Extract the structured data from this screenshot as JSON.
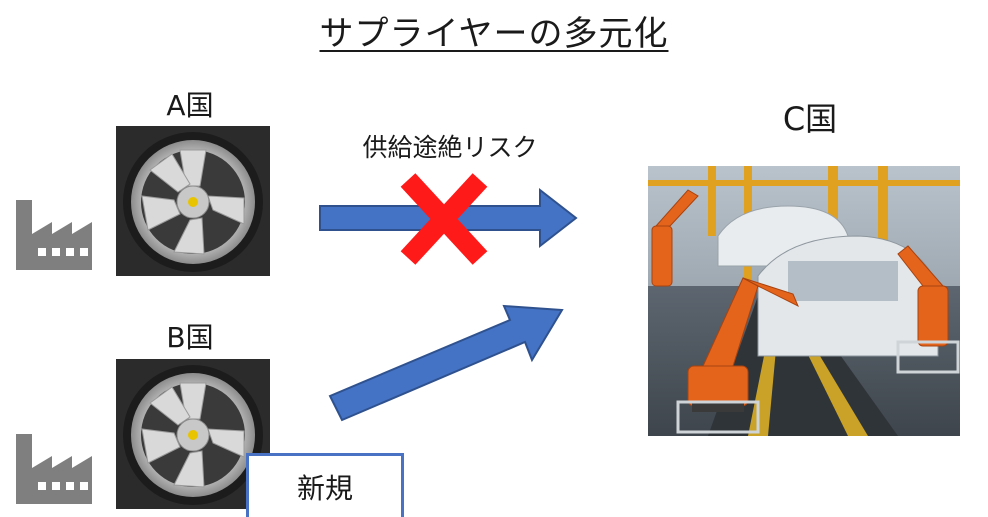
{
  "title": "サプライヤーの多元化",
  "supplier_a": {
    "label": "A国",
    "image_icon": "alloy-wheel-photo",
    "factory_icon": "factory-icon"
  },
  "supplier_b": {
    "label": "B国",
    "image_icon": "alloy-wheel-photo",
    "factory_icon": "factory-icon",
    "badge": "新規"
  },
  "destination": {
    "label": "C国",
    "image_icon": "car-assembly-line-photo"
  },
  "route_a": {
    "caption": "供給途絶リスク",
    "status": "blocked",
    "mark_icon": "red-x-icon"
  },
  "route_b": {
    "status": "active"
  },
  "colors": {
    "arrow_fill": "#4472c4",
    "arrow_stroke": "#2f528f",
    "blocked_mark": "#ff1a1a",
    "factory": "#7f7f7f",
    "badge_border": "#4a72c4"
  }
}
